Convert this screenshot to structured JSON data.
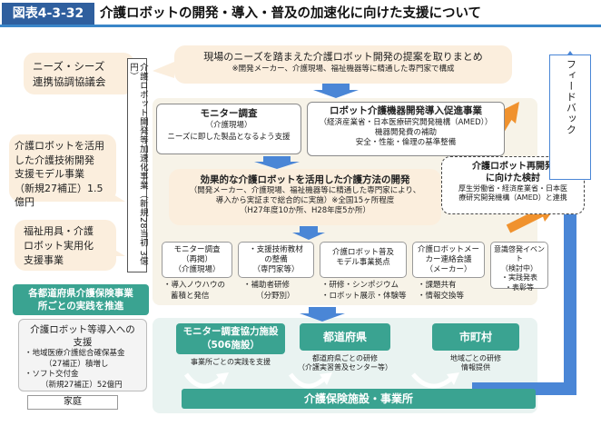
{
  "title": {
    "fig_no": "図表4-3-32",
    "text": "介護ロボットの開発・導入・普及の加速化に向けた支援について"
  },
  "left": {
    "needs_seeds": [
      "ニーズ・シーズ",
      "連携協調協議会"
    ],
    "model_project": [
      "介護ロボットを活用",
      "した介護技術開発",
      "支援モデル事業",
      "（新規27補正）1.5億円"
    ],
    "welfare": [
      "福祉用具・介護",
      "ロボット実用化",
      "支援事業"
    ],
    "prefecture_banner": [
      "各都道府県介護保険事業",
      "所ごとの実践を推進"
    ],
    "support": {
      "heading": [
        "介護ロボット等導入への",
        "支援"
      ],
      "items": [
        "・地域医療介護総合確保基金",
        "（27補正）積増し",
        "・ソフト交付金",
        "（新規27補正）52億円"
      ]
    },
    "home": "家庭"
  },
  "vertical_label": "介護ロボット開発等加速化事業（新規28当初 3億円）",
  "proposal": {
    "title": "現場のニーズを踏まえた介護ロボット開発の提案を取りまとめ",
    "note": "※開発メーカー、介護現場、福祉機器等に精通した専門家で構成"
  },
  "monitor_survey": {
    "title": "モニター調査",
    "sub": "（介護現場）",
    "desc": "ニーズに即した製品となるよう支援"
  },
  "dev_promotion": {
    "title": "ロボット介護機器開発導入促進事業",
    "lines": [
      "（経済産業省・日本医療研究開発機構（AMED））",
      "機器開発費の補助",
      "安全・性能・倫理の基準整備"
    ]
  },
  "effective_dev": {
    "title": "効果的な介護ロボットを活用した介護方法の開発",
    "lines": [
      "（開発メーカー、介護現場、福祉機器等に精通した専門家により、",
      "導入から実証まで総合的に実施）※全国15ヶ所程度",
      "（H27年度10か所、H28年度5か所）"
    ]
  },
  "redev": {
    "title": [
      "介護ロボット再開発",
      "に向けた検討"
    ],
    "lines": [
      "厚生労働省・経済産業省・日本医",
      "療研究開発機構（AMED）と連携"
    ]
  },
  "feedback": "フィードバック",
  "activities": [
    {
      "lines": [
        "モニター調査",
        "（再掲）",
        "（介護現場）"
      ],
      "bullets": [
        "・導入ノウハウの",
        "蓄積と発信"
      ]
    },
    {
      "lines": [
        "・支援技術教材",
        "の整備",
        "（専門家等）"
      ],
      "bullets": [
        "・補助者研修",
        "（分野別）"
      ]
    },
    {
      "lines": [
        "介護ロボット普及",
        "モデル事業拠点"
      ],
      "bullets": [
        "・研修・シンポジウム",
        "・ロボット展示・体験等"
      ]
    },
    {
      "lines": [
        "介護ロボットメー",
        "カー連絡会議",
        "（メーカー）"
      ],
      "bullets": [
        "・課題共有",
        "・情報交換等"
      ]
    },
    {
      "lines": [
        "意識啓発イベント",
        "（検討中）",
        "・実践発表",
        "・表彰等"
      ],
      "bullets": []
    }
  ],
  "bottom": {
    "monitor_facility": [
      "モニター調査協力施設",
      "（506施設）"
    ],
    "monitor_note": "事業所ごとの実践を支援",
    "prefecture": "都道府県",
    "prefecture_note": [
      "都道府県ごとの研修",
      "（介護実習普及センター等）"
    ],
    "municipality": "市町村",
    "municipality_note": [
      "地域ごとの研修",
      "情報提供"
    ],
    "facilities": "介護保険施設・事業所"
  },
  "colors": {
    "navy": "#2f5f9e",
    "teal": "#3aa391",
    "blue_arrow": "#4a86d6",
    "orange_arrow": "#f0922e",
    "bubble": "#fbeedd",
    "panel": "#f7f3e8"
  }
}
